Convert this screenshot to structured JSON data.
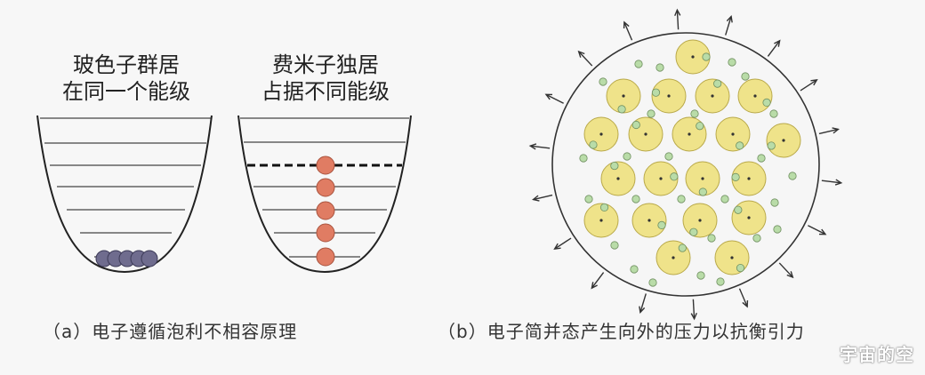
{
  "panel_a": {
    "left_label_line1": "玻色子群居",
    "left_label_line2": "在同一个能级",
    "right_label_line1": "费米子独居",
    "right_label_line2": "占据不同能级",
    "caption": "（a）电子遵循泡利不相容原理"
  },
  "panel_b": {
    "caption": "（b）电子简并态产生向外的压力以抗衡引力"
  },
  "watermark": "宇宙的空",
  "colors": {
    "boson": "#6f6c8e",
    "fermion": "#e07c63",
    "nucleus": "#efe38a",
    "electron": "#b9dca8",
    "star_fill": "#f6f6f6"
  }
}
